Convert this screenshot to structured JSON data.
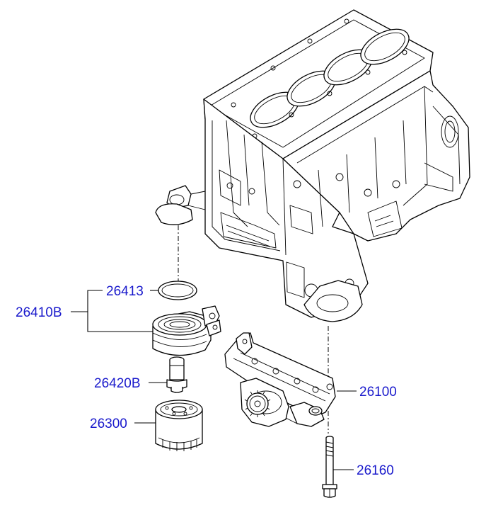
{
  "colors": {
    "label": "#1a1acc",
    "line": "#000000",
    "background": "#ffffff"
  },
  "parts": [
    {
      "id": "oil-filter-gasket",
      "number": "26413"
    },
    {
      "id": "oil-cooler-assembly",
      "number": "26410B"
    },
    {
      "id": "oil-filter-fitting",
      "number": "26420B"
    },
    {
      "id": "oil-filter",
      "number": "26300"
    },
    {
      "id": "oil-pump",
      "number": "26100"
    },
    {
      "id": "oil-pump-bolt",
      "number": "26160"
    }
  ]
}
